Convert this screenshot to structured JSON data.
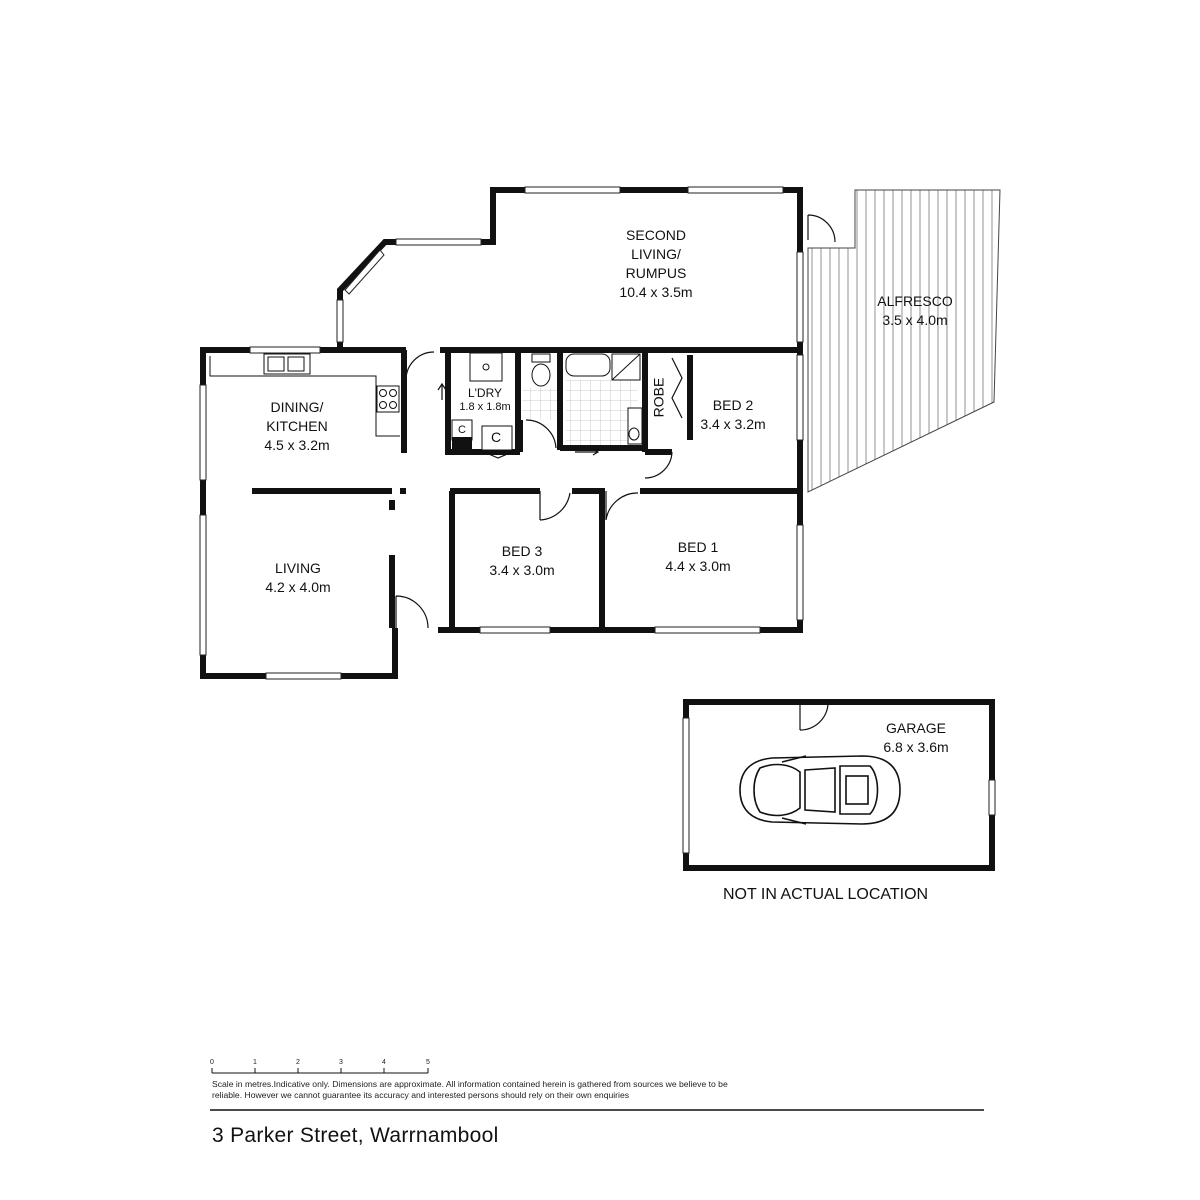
{
  "rooms": {
    "second_living": {
      "line1": "SECOND",
      "line2": "LIVING/",
      "line3": "RUMPUS",
      "dims": "10.4 x 3.5m"
    },
    "alfresco": {
      "name": "ALFRESCO",
      "dims": "3.5 x 4.0m"
    },
    "dining_kitchen": {
      "line1": "DINING/",
      "line2": "KITCHEN",
      "dims": "4.5 x 3.2m"
    },
    "laundry": {
      "name": "L'DRY",
      "dims": "1.8 x 1.8m"
    },
    "robe": {
      "name": "ROBE"
    },
    "bed2": {
      "name": "BED 2",
      "dims": "3.4 x 3.2m"
    },
    "living": {
      "name": "LIVING",
      "dims": "4.2 x 4.0m"
    },
    "bed3": {
      "name": "BED 3",
      "dims": "3.4 x 3.0m"
    },
    "bed1": {
      "name": "BED 1",
      "dims": "4.4 x 3.0m"
    },
    "garage": {
      "name": "GARAGE",
      "dims": "6.8 x 3.6m"
    },
    "cupboard_1": "C",
    "cupboard_2": "C"
  },
  "garage_note": "NOT IN ACTUAL LOCATION",
  "scale": {
    "ticks": [
      "0",
      "1",
      "2",
      "3",
      "4",
      "5"
    ]
  },
  "disclaimer": "Scale in metres.Indicative only. Dimensions are approximate. All information contained herein is gathered from sources we believe to be reliable. However we cannot guarantee its accuracy and interested persons should rely on their own enquiries",
  "address": "3 Parker Street, Warrnambool",
  "colors": {
    "wall": "#111111",
    "window": "#ffffff",
    "tile": "#bfbfbf"
  }
}
